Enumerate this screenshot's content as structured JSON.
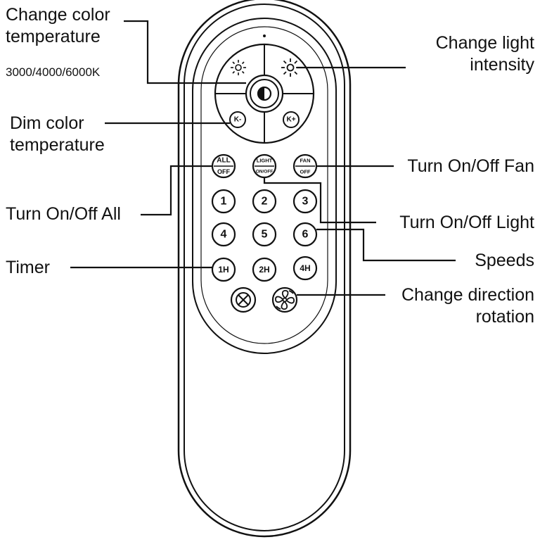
{
  "labels": {
    "change_color_temperature_line1": "Change color",
    "change_color_temperature_line2": "temperature",
    "color_temperature_values": "3000/4000/6000K",
    "dim_color_temperature_line1": "Dim color",
    "dim_color_temperature_line2": "temperature",
    "turn_onoff_all": "Turn On/Off All",
    "timer": "Timer",
    "change_light_intensity_line1": "Change light",
    "change_light_intensity_line2": "intensity",
    "turn_onoff_fan": "Turn On/Off Fan",
    "turn_onoff_light": "Turn On/Off Light",
    "speeds": "Speeds",
    "change_direction_line1": "Change direction",
    "change_direction_line2": "rotation"
  },
  "buttons": {
    "all_off_top": "ALL",
    "all_off_bottom": "OFF",
    "light_top": "LIGHT",
    "light_bottom": "ON/OFF",
    "fan_top": "FAN",
    "fan_bottom": "OFF",
    "k_minus": "K-",
    "k_plus": "K+",
    "speed_1": "1",
    "speed_2": "2",
    "speed_3": "3",
    "speed_4": "4",
    "speed_5": "5",
    "speed_6": "6",
    "timer_1h": "1H",
    "timer_2h": "2H",
    "timer_4h": "4H"
  }
}
